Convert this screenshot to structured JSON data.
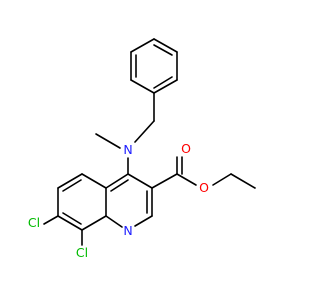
{
  "molecule": {
    "atoms": {
      "n_amine": {
        "label": "N",
        "color": "#2020ff"
      },
      "o_carbonyl": {
        "label": "O",
        "color": "#ff0000"
      },
      "o_ester": {
        "label": "O",
        "color": "#ff0000"
      },
      "n_ring": {
        "label": "N",
        "color": "#2020ff"
      },
      "cl_7": {
        "label": "Cl",
        "color": "#00bb00"
      },
      "cl_8": {
        "label": "Cl",
        "color": "#00bb00"
      }
    },
    "bond_color": "#000000"
  }
}
